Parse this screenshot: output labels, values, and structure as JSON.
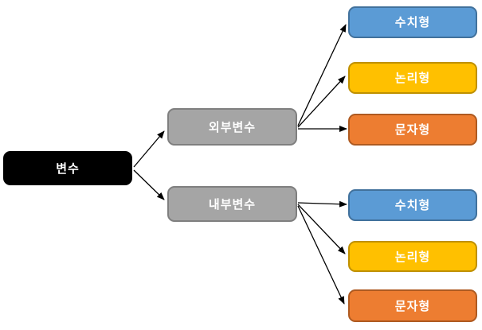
{
  "diagram": {
    "nodes": [
      {
        "id": "root",
        "label": "변수",
        "fill": "#000000",
        "border": "#000000",
        "text_color": "#ffffff"
      },
      {
        "id": "external-var",
        "label": "외부변수",
        "fill": "#a5a5a5",
        "border": "#7f7f7f",
        "text_color": "#ffffff"
      },
      {
        "id": "internal-var",
        "label": "내부변수",
        "fill": "#a5a5a5",
        "border": "#7f7f7f",
        "text_color": "#ffffff"
      },
      {
        "id": "numeric-ext",
        "label": "수치형",
        "fill": "#5b9bd5",
        "border": "#41719c",
        "text_color": "#ffffff"
      },
      {
        "id": "logical-ext",
        "label": "논리형",
        "fill": "#ffc000",
        "border": "#bf9000",
        "text_color": "#ffffff"
      },
      {
        "id": "character-ext",
        "label": "문자형",
        "fill": "#ed7d31",
        "border": "#ae5a21",
        "text_color": "#ffffff"
      },
      {
        "id": "numeric-int",
        "label": "수치형",
        "fill": "#5b9bd5",
        "border": "#41719c",
        "text_color": "#ffffff"
      },
      {
        "id": "logical-int",
        "label": "논리형",
        "fill": "#ffc000",
        "border": "#bf9000",
        "text_color": "#ffffff"
      },
      {
        "id": "character-int",
        "label": "문자형",
        "fill": "#ed7d31",
        "border": "#ae5a21",
        "text_color": "#ffffff"
      }
    ],
    "edges": [
      {
        "from": "변수",
        "to": "외부변수"
      },
      {
        "from": "변수",
        "to": "내부변수"
      },
      {
        "from": "외부변수",
        "to": "수치형"
      },
      {
        "from": "외부변수",
        "to": "논리형"
      },
      {
        "from": "외부변수",
        "to": "문자형"
      },
      {
        "from": "내부변수",
        "to": "수치형"
      },
      {
        "from": "내부변수",
        "to": "논리형"
      },
      {
        "from": "내부변수",
        "to": "문자형"
      }
    ],
    "arrow_color": "#000000",
    "background_color": "#ffffff"
  }
}
